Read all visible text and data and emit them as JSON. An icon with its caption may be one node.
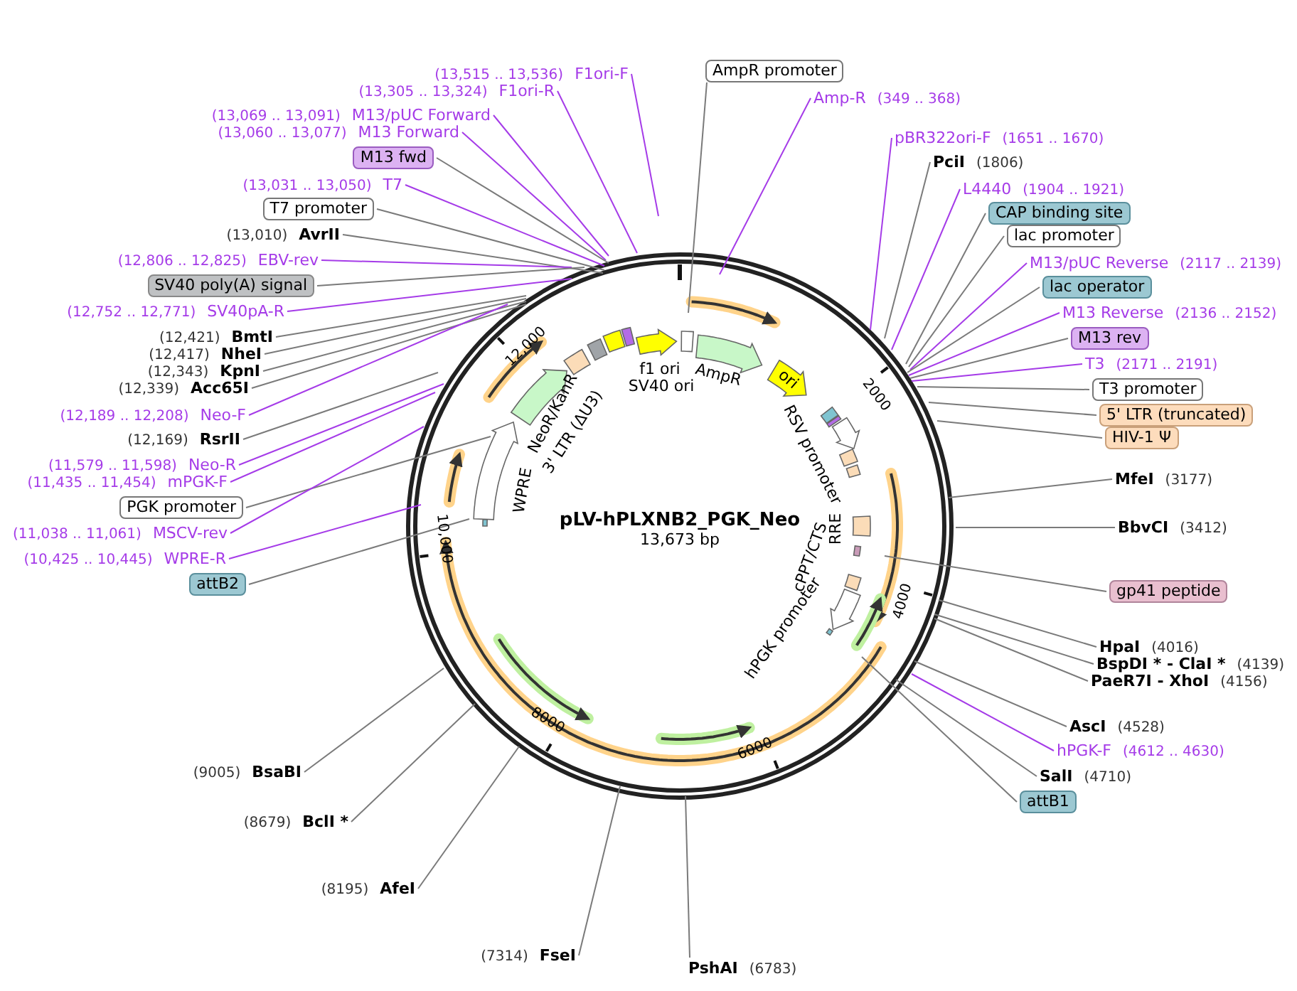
{
  "diagram": {
    "title": "pLV-hPLXNB2_PGK_Neo",
    "nodes": [
      {
        "text": [
          "(13,515 .. 13,536)",
          "F1ori-F"
        ]
      },
      {
        "text": [
          "(13,305 .. 13,324)",
          "F1ori-R"
        ]
      },
      {
        "text": [
          "(13,069 .. 13,091)",
          "M13/pUC Forward"
        ]
      },
      {
        "text": [
          "(13,060 .. 13,077)",
          "M13 Forward"
        ]
      },
      {
        "text": [
          "M13 fwd"
        ]
      },
      {
        "text": [
          "(13,031 .. 13,050)",
          "T7"
        ]
      },
      {
        "text": [
          "T7 promoter"
        ]
      },
      {
        "text": [
          "(13,010)",
          "AvrII"
        ]
      },
      {
        "text": [
          "(12,806 .. 12,825)",
          "EBV-rev"
        ]
      },
      {
        "text": [
          "SV40 poly(A) signal"
        ]
      },
      {
        "text": [
          "(12,752 .. 12,771)",
          "SV40pA-R"
        ]
      },
      {
        "text": [
          "(12,421)",
          "BmtI"
        ]
      },
      {
        "text": [
          "(12,417)",
          "NheI"
        ]
      },
      {
        "text": [
          "(12,343)",
          "KpnI"
        ]
      },
      {
        "text": [
          "(12,339)",
          "Acc65I"
        ]
      },
      {
        "text": [
          "(12,189 .. 12,208)",
          "Neo-F"
        ]
      },
      {
        "text": [
          "(12,169)",
          "RsrII"
        ]
      },
      {
        "text": [
          "(11,579 .. 11,598)",
          "Neo-R"
        ]
      },
      {
        "text": [
          "(11,435 .. 11,454)",
          "mPGK-F"
        ]
      },
      {
        "text": [
          "PGK promoter"
        ]
      },
      {
        "text": [
          "(11,038 .. 11,061)",
          "MSCV-rev"
        ]
      },
      {
        "text": [
          "(10,425 .. 10,445)",
          "WPRE-R"
        ]
      },
      {
        "text": [
          "attB2"
        ]
      },
      {
        "text": [
          "AmpR promoter"
        ]
      },
      {
        "text": [
          "Amp-R",
          "(349 .. 368)"
        ]
      },
      {
        "text": [
          "pBR322ori-F",
          "(1651 .. 1670)"
        ]
      },
      {
        "text": [
          "PciI",
          "(1806)"
        ]
      },
      {
        "text": [
          "L4440",
          "(1904 .. 1921)"
        ]
      },
      {
        "text": [
          "CAP binding site"
        ]
      },
      {
        "text": [
          "lac promoter"
        ]
      },
      {
        "text": [
          "M13/pUC Reverse",
          "(2117 .. 2139)"
        ]
      },
      {
        "text": [
          "lac operator"
        ]
      },
      {
        "text": [
          "M13 Reverse",
          "(2136 .. 2152)"
        ]
      },
      {
        "text": [
          "M13 rev"
        ]
      },
      {
        "text": [
          "T3",
          "(2171 .. 2191)"
        ]
      },
      {
        "text": [
          "T3 promoter"
        ]
      },
      {
        "text": [
          "5' LTR (truncated)"
        ]
      },
      {
        "text": [
          "HIV-1 Ψ"
        ]
      },
      {
        "text": [
          "MfeI",
          "(3177)"
        ]
      },
      {
        "text": [
          "BbvCI",
          "(3412)"
        ]
      },
      {
        "text": [
          "gp41 peptide"
        ]
      },
      {
        "text": [
          "HpaI",
          "(4016)"
        ]
      },
      {
        "text": [
          "BspDI * - ClaI *",
          "(4139)"
        ]
      },
      {
        "text": [
          "PaeR7I - XhoI",
          "(4156)"
        ]
      },
      {
        "text": [
          "AscI",
          "(4528)"
        ]
      },
      {
        "text": [
          "hPGK-F",
          "(4612 .. 4630)"
        ]
      },
      {
        "text": [
          "SalI",
          "(4710)"
        ]
      },
      {
        "text": [
          "attB1"
        ]
      },
      {
        "text": [
          "(9005)",
          "BsaBI"
        ]
      },
      {
        "text": [
          "(8679)",
          "BclI *"
        ]
      },
      {
        "text": [
          "(8195)",
          "AfeI"
        ]
      },
      {
        "text": [
          "(7314)",
          "FseI"
        ]
      },
      {
        "text": [
          "PshAI",
          "(6783)"
        ]
      },
      {
        "text": [
          "f1 ori"
        ]
      },
      {
        "text": [
          "SV40 ori"
        ]
      },
      {
        "text": [
          "AmpR"
        ]
      },
      {
        "text": [
          "ori"
        ]
      },
      {
        "text": [
          "RSV promoter"
        ]
      },
      {
        "text": [
          "RRE"
        ]
      },
      {
        "text": [
          "cPPT/CTS"
        ]
      },
      {
        "text": [
          "hPGK promoter"
        ]
      },
      {
        "text": [
          "WPRE"
        ]
      },
      {
        "text": [
          "NeoR/KanR"
        ]
      },
      {
        "text": [
          "3' LTR (ΔU3)"
        ]
      }
    ],
    "edges": [
      {
        "from": 0,
        "to": null,
        "arrow": "none",
        "color": "#a53be8"
      },
      {
        "from": 1,
        "to": null,
        "arrow": "none",
        "color": "#a53be8"
      },
      {
        "from": 2,
        "to": null,
        "arrow": "none",
        "color": "#a53be8"
      },
      {
        "from": 3,
        "to": null,
        "arrow": "none",
        "color": "#a53be8"
      },
      {
        "from": 4,
        "to": null,
        "arrow": "none"
      },
      {
        "from": 5,
        "to": null,
        "arrow": "none",
        "color": "#a53be8"
      },
      {
        "from": 6,
        "to": null,
        "arrow": "none"
      },
      {
        "from": 7,
        "to": null,
        "arrow": "none"
      },
      {
        "from": 8,
        "to": null,
        "arrow": "none",
        "color": "#a53be8"
      },
      {
        "from": 9,
        "to": null,
        "arrow": "none"
      },
      {
        "from": 10,
        "to": null,
        "arrow": "none",
        "color": "#a53be8"
      },
      {
        "from": 11,
        "to": null,
        "arrow": "none"
      },
      {
        "from": 12,
        "to": null,
        "arrow": "none"
      },
      {
        "from": 13,
        "to": null,
        "arrow": "none"
      },
      {
        "from": 14,
        "to": null,
        "arrow": "none"
      },
      {
        "from": 15,
        "to": null,
        "arrow": "none",
        "color": "#a53be8"
      },
      {
        "from": 16,
        "to": null,
        "arrow": "none"
      },
      {
        "from": 17,
        "to": null,
        "arrow": "none",
        "color": "#a53be8"
      },
      {
        "from": 18,
        "to": null,
        "arrow": "none",
        "color": "#a53be8"
      },
      {
        "from": 19,
        "to": null,
        "arrow": "none"
      },
      {
        "from": 20,
        "to": null,
        "arrow": "none",
        "color": "#a53be8"
      },
      {
        "from": 21,
        "to": null,
        "arrow": "none",
        "color": "#a53be8"
      },
      {
        "from": 22,
        "to": null,
        "arrow": "none"
      },
      {
        "from": 23,
        "to": null,
        "arrow": "none"
      },
      {
        "from": 24,
        "to": null,
        "arrow": "none",
        "color": "#a53be8"
      },
      {
        "from": 25,
        "to": null,
        "arrow": "none",
        "color": "#a53be8"
      },
      {
        "from": 26,
        "to": null,
        "arrow": "none"
      },
      {
        "from": 27,
        "to": null,
        "arrow": "none",
        "color": "#a53be8"
      },
      {
        "from": 28,
        "to": null,
        "arrow": "none"
      },
      {
        "from": 29,
        "to": null,
        "arrow": "none"
      },
      {
        "from": 30,
        "to": null,
        "arrow": "none",
        "color": "#a53be8"
      },
      {
        "from": 31,
        "to": null,
        "arrow": "none"
      },
      {
        "from": 32,
        "to": null,
        "arrow": "none",
        "color": "#a53be8"
      },
      {
        "from": 33,
        "to": null,
        "arrow": "none"
      },
      {
        "from": 34,
        "to": null,
        "arrow": "none",
        "color": "#a53be8"
      },
      {
        "from": 35,
        "to": null,
        "arrow": "none"
      },
      {
        "from": 36,
        "to": null,
        "arrow": "none"
      },
      {
        "from": 37,
        "to": null,
        "arrow": "none"
      },
      {
        "from": 38,
        "to": null,
        "arrow": "none"
      },
      {
        "from": 39,
        "to": null,
        "arrow": "none"
      },
      {
        "from": 40,
        "to": null,
        "arrow": "none"
      },
      {
        "from": 41,
        "to": null,
        "arrow": "none"
      },
      {
        "from": 42,
        "to": null,
        "arrow": "none"
      },
      {
        "from": 43,
        "to": null,
        "arrow": "none"
      },
      {
        "from": 44,
        "to": null,
        "arrow": "none"
      },
      {
        "from": 45,
        "to": null,
        "arrow": "none",
        "color": "#a53be8"
      },
      {
        "from": 46,
        "to": null,
        "arrow": "none"
      },
      {
        "from": 47,
        "to": null,
        "arrow": "none"
      },
      {
        "from": 48,
        "to": null,
        "arrow": "none"
      },
      {
        "from": 49,
        "to": null,
        "arrow": "none"
      },
      {
        "from": 50,
        "to": null,
        "arrow": "none"
      },
      {
        "from": 51,
        "to": null,
        "arrow": "none"
      },
      {
        "from": 52,
        "to": null,
        "arrow": "none"
      }
    ],
    "labels": [
      "13,673 bp",
      "2000",
      "4000",
      "6000",
      "8000",
      "10,000",
      "12,000"
    ]
  }
}
